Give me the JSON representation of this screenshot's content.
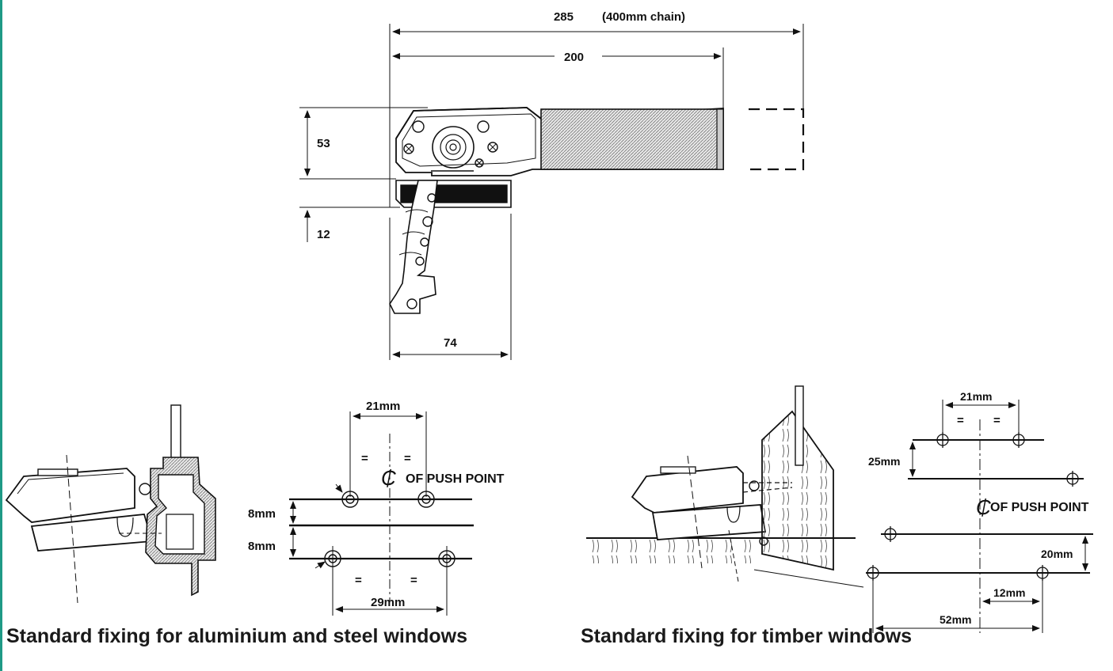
{
  "top_dimensions": {
    "overall_length": "285",
    "overall_note": "(400mm chain)",
    "body_length": "200",
    "height": "53",
    "chain_offset": "12",
    "base_width": "74"
  },
  "aluminium_detail": {
    "top_spacing": "21mm",
    "equal_left": "=",
    "equal_right": "=",
    "centreline_label": "OF PUSH POINT",
    "upper_offset": "8mm",
    "lower_offset": "8mm",
    "bottom_equal_left": "=",
    "bottom_equal_right": "=",
    "bottom_spacing": "29mm",
    "caption": "Standard fixing for aluminium and steel windows"
  },
  "timber_detail": {
    "top_spacing": "21mm",
    "equal_left": "=",
    "equal_right": "=",
    "vertical_offset": "25mm",
    "centreline_label": "OF PUSH POINT",
    "lower_offset": "20mm",
    "inner_spacing": "12mm",
    "bottom_spacing": "52mm",
    "caption": "Standard fixing for timber windows"
  },
  "colors": {
    "accent_border": "#1f9a86"
  }
}
